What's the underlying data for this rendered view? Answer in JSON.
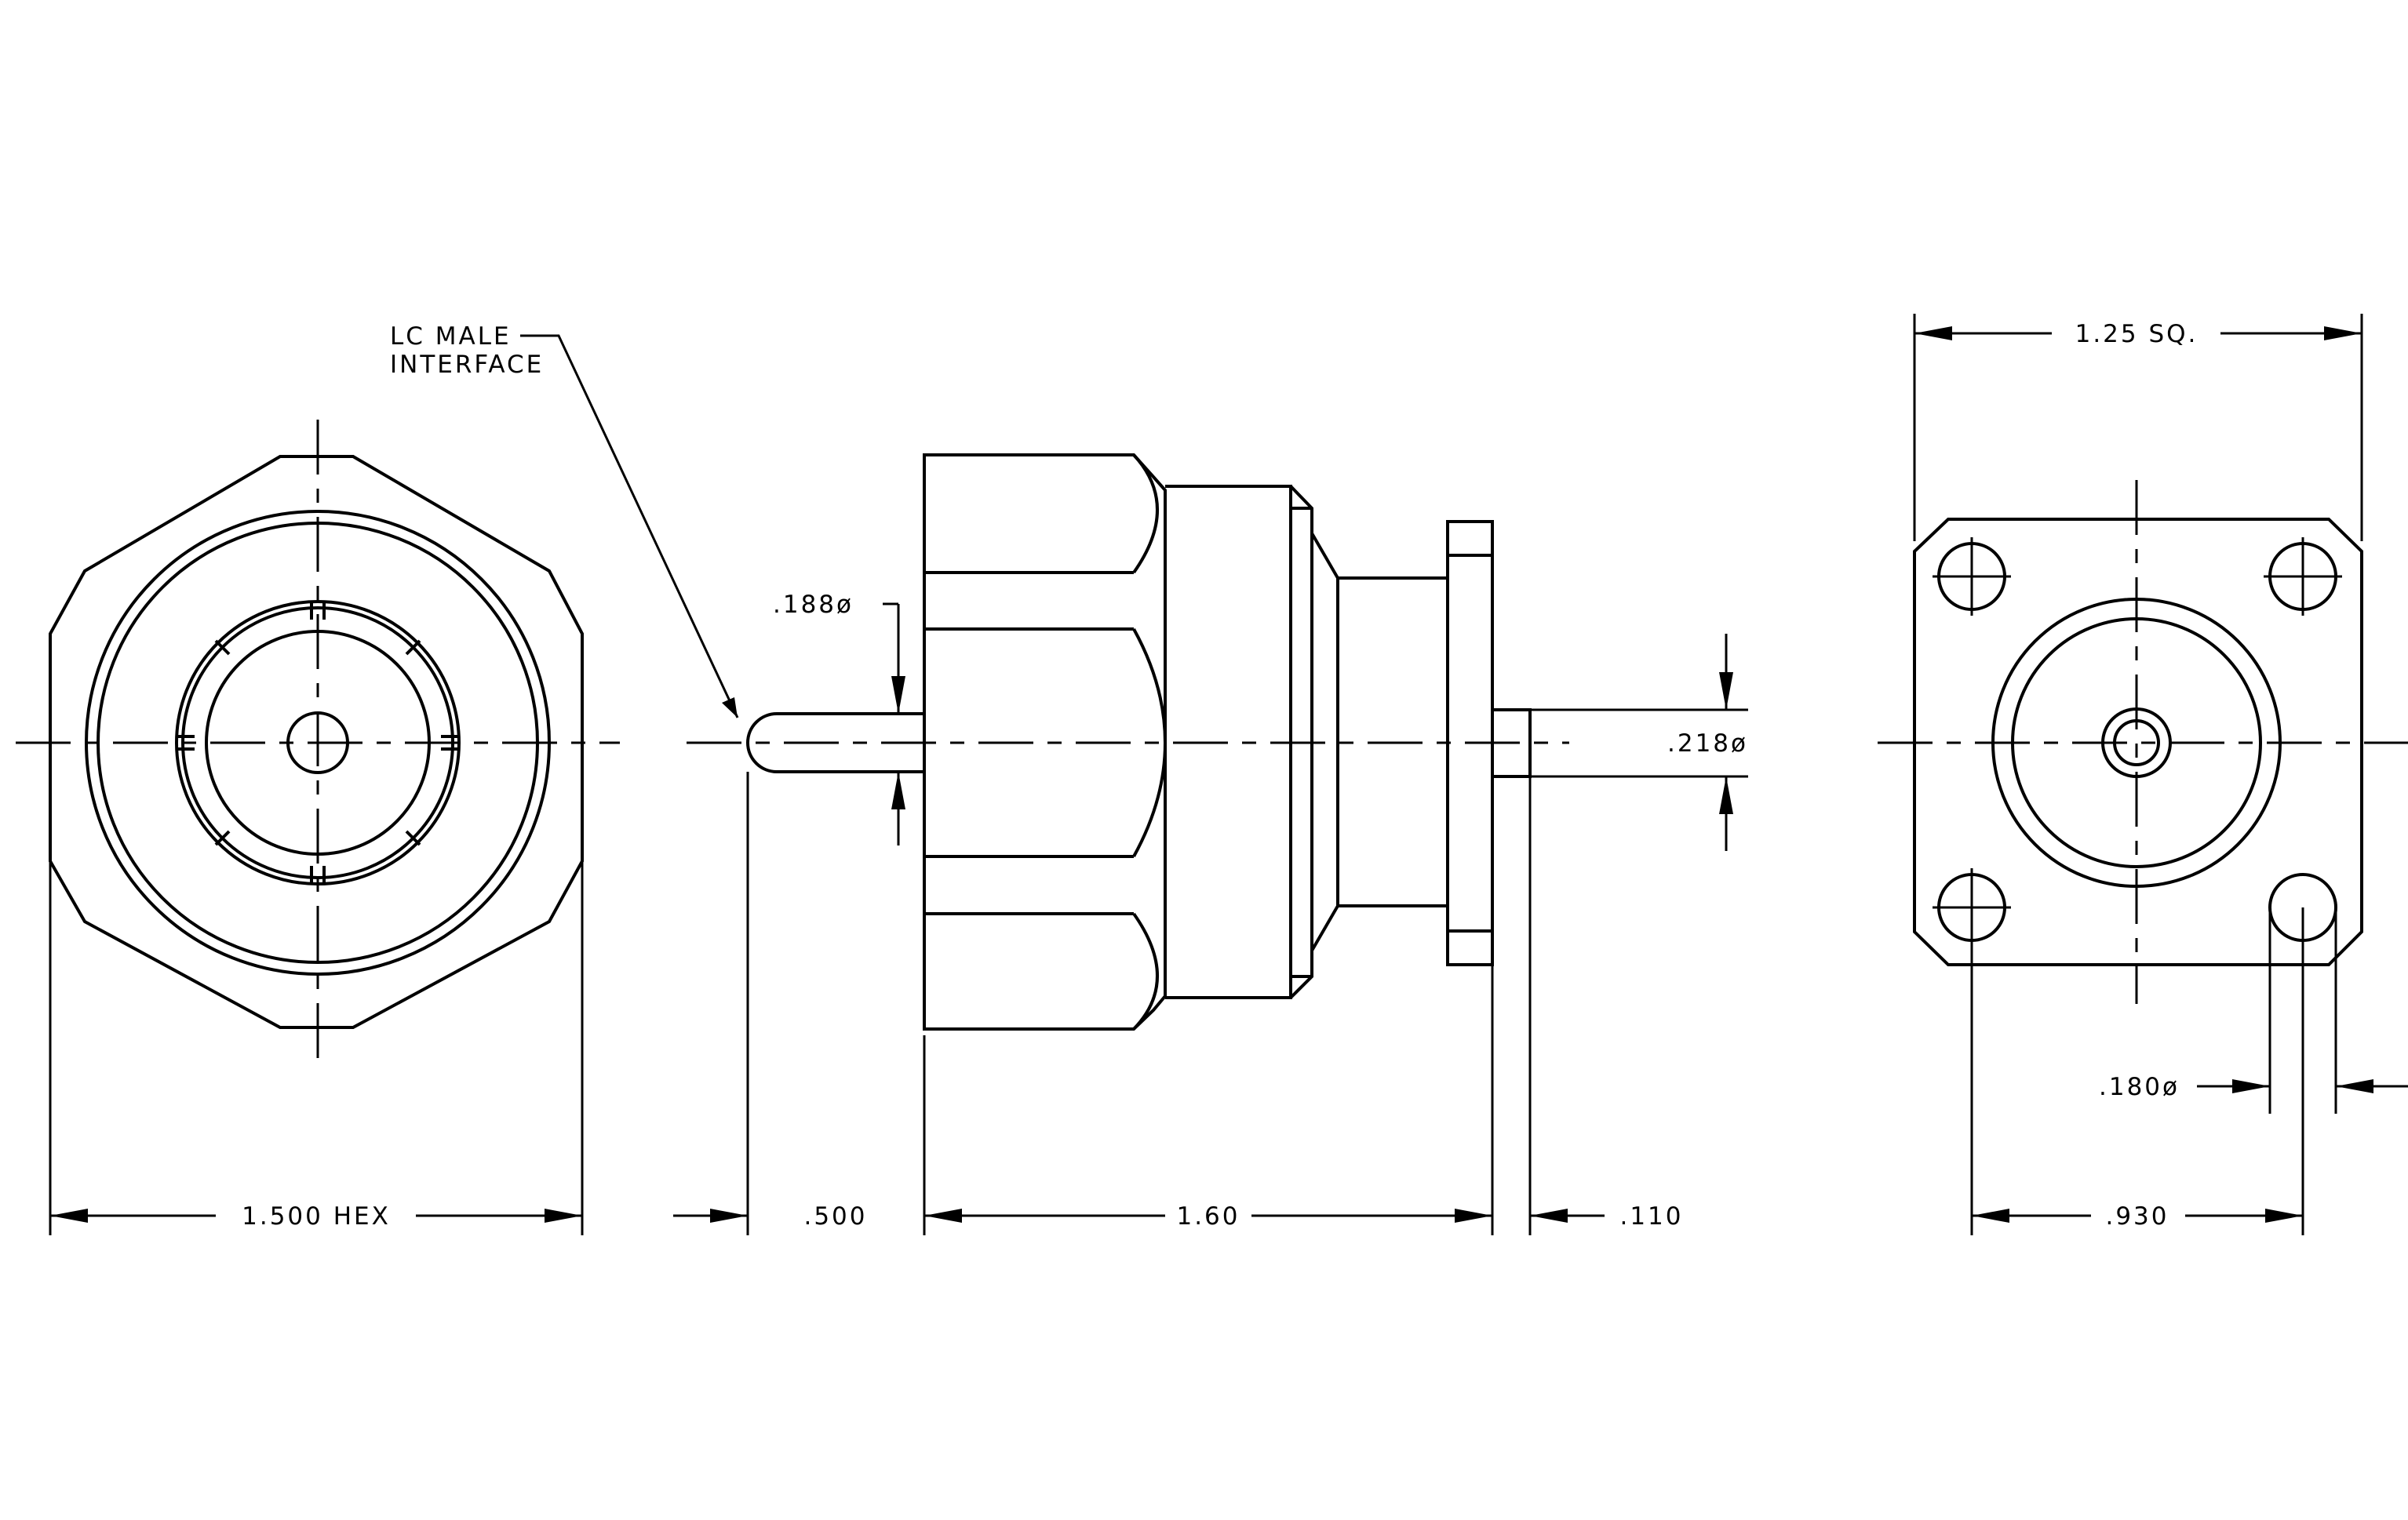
{
  "drawing": {
    "callout": {
      "line1": "LC MALE",
      "line2": "INTERFACE"
    },
    "dimensions": {
      "hex": "1.500 HEX",
      "pin_length": ".500",
      "body_length": "1.60",
      "rear_pin_length": ".110",
      "pin_dia": ".188ø",
      "rear_pin_dia": ".218ø",
      "flange_sq": "1.25 SQ.",
      "hole_dia": ".180ø",
      "hole_spacing": ".930"
    }
  }
}
